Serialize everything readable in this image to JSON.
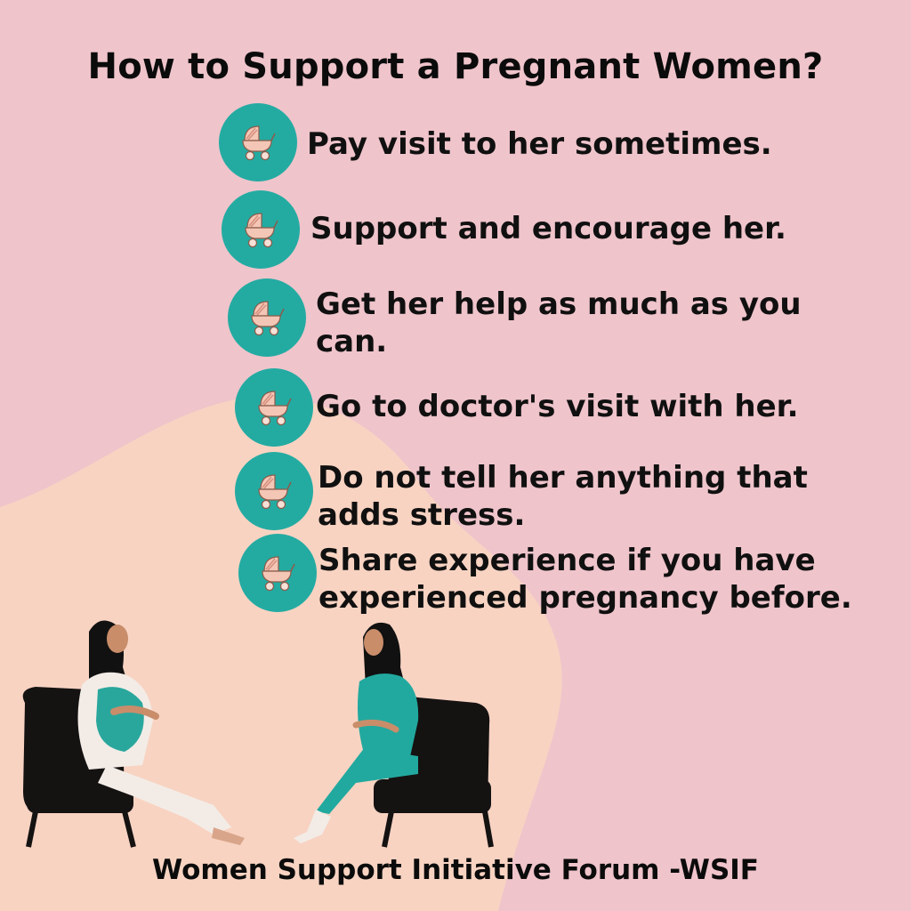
{
  "title": "How to Support a Pregnant Women?",
  "tips": [
    {
      "text": "Pay visit to her sometimes.",
      "icon": "baby-stroller-icon"
    },
    {
      "text": "Support and encourage her.",
      "icon": "baby-stroller-icon"
    },
    {
      "text": "Get her help as much as you\n can.",
      "icon": "baby-stroller-icon"
    },
    {
      "text": "Go to doctor's visit with her.",
      "icon": "baby-stroller-icon"
    },
    {
      "text": "Do not tell her anything that\nadds stress.",
      "icon": "baby-stroller-icon"
    },
    {
      "text": "Share experience if you have\nexperienced pregnancy before.",
      "icon": "baby-stroller-icon"
    }
  ],
  "footer": "Women Support Initiative Forum -WSIF",
  "colors": {
    "background": "#efc4cb",
    "blob": "#f8d3c2",
    "badge": "#23aba2",
    "accent_teal": "#22a99f",
    "chair": "#151212"
  }
}
